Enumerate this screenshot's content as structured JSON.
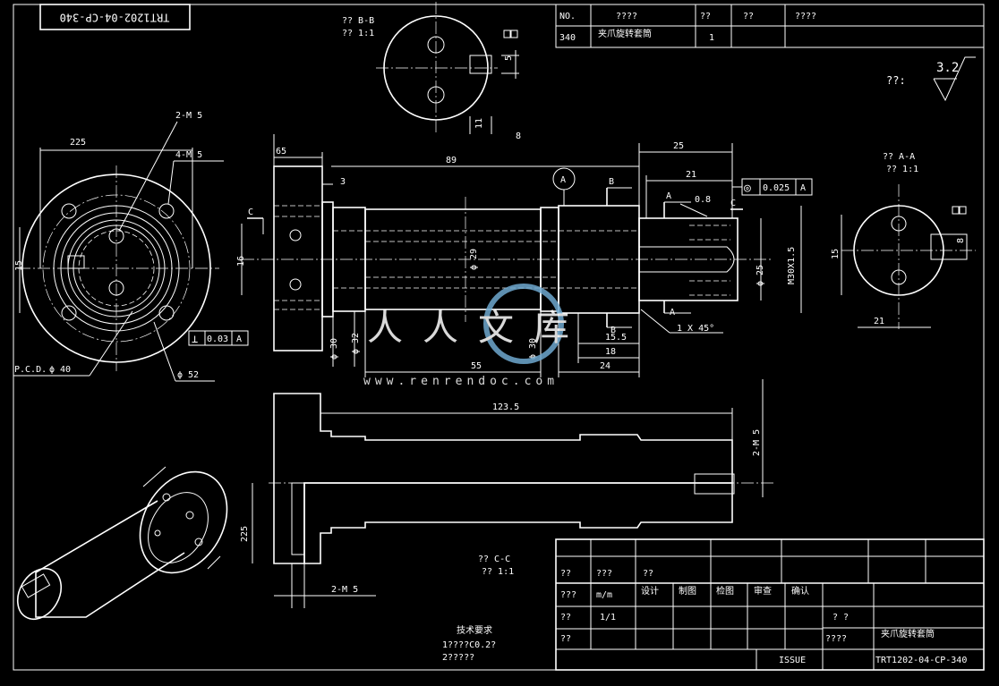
{
  "drawing": {
    "number_box": "TRT1202-04-CP-340",
    "parts_list": {
      "headers": [
        "NO.",
        "????",
        "??",
        "??",
        "????"
      ],
      "row": [
        "340",
        "夹爪旋转套筒",
        "1"
      ]
    },
    "roughness": {
      "prefix": "??:",
      "value": "3.2"
    },
    "section_bb": {
      "title": "?? B-B",
      "scale": "?? 1:1",
      "dims": [
        "5",
        "11",
        "8"
      ]
    },
    "section_aa": {
      "title": "?? A-A",
      "scale": "?? 1:1",
      "dims": [
        "15",
        "21",
        "8"
      ]
    },
    "section_cc": {
      "title": "?? C-C",
      "scale": "?? 1:1"
    },
    "flange_view": {
      "dims": [
        "225",
        "2-M 5",
        "4-M 5",
        "15"
      ],
      "perpendicularity": {
        "symbol": "⊥",
        "value": "0.03",
        "datum": "A"
      },
      "pcd_label": "P.C.D.",
      "pcd_value": "ϕ 40",
      "dia_label": "ϕ 52"
    },
    "front_view": {
      "dims_top": [
        "65",
        "89",
        "25",
        "21",
        "3"
      ],
      "datum_a": "A",
      "concentricity": {
        "symbol": "◎",
        "value": "0.025",
        "datum": "A"
      },
      "section_marks": [
        "B",
        "A",
        "C",
        "C",
        "B",
        "A"
      ],
      "dims_misc": [
        "0.8",
        "16",
        "ϕ 29",
        "ϕ 25",
        "M30X1.5"
      ],
      "dims_bottom": [
        "ϕ 30",
        "ϕ 32",
        "55",
        "ϕ 30",
        "15.5",
        "18",
        "24"
      ],
      "chamfer": "1  X 45°"
    },
    "long_section": {
      "dims": [
        "123.5",
        "2-M 5",
        "225",
        "2-M 5"
      ]
    },
    "notes": {
      "title": "技术要求",
      "lines": [
        "1????C0.2?",
        "2?????"
      ]
    },
    "title_block": {
      "row1": [
        "??",
        "???",
        "??"
      ],
      "row2": [
        "???",
        "m/m",
        "设计",
        "制图",
        "检图",
        "审查",
        "确认"
      ],
      "row3": [
        "??",
        "1/1",
        "? ?"
      ],
      "row4": [
        "??",
        "????",
        "夹爪旋转套筒"
      ],
      "issue": "ISSUE",
      "drawing_no": "TRT1202-04-CP-340"
    },
    "watermark": {
      "cn": "人人文库",
      "url": "www.renrendoc.com"
    }
  }
}
